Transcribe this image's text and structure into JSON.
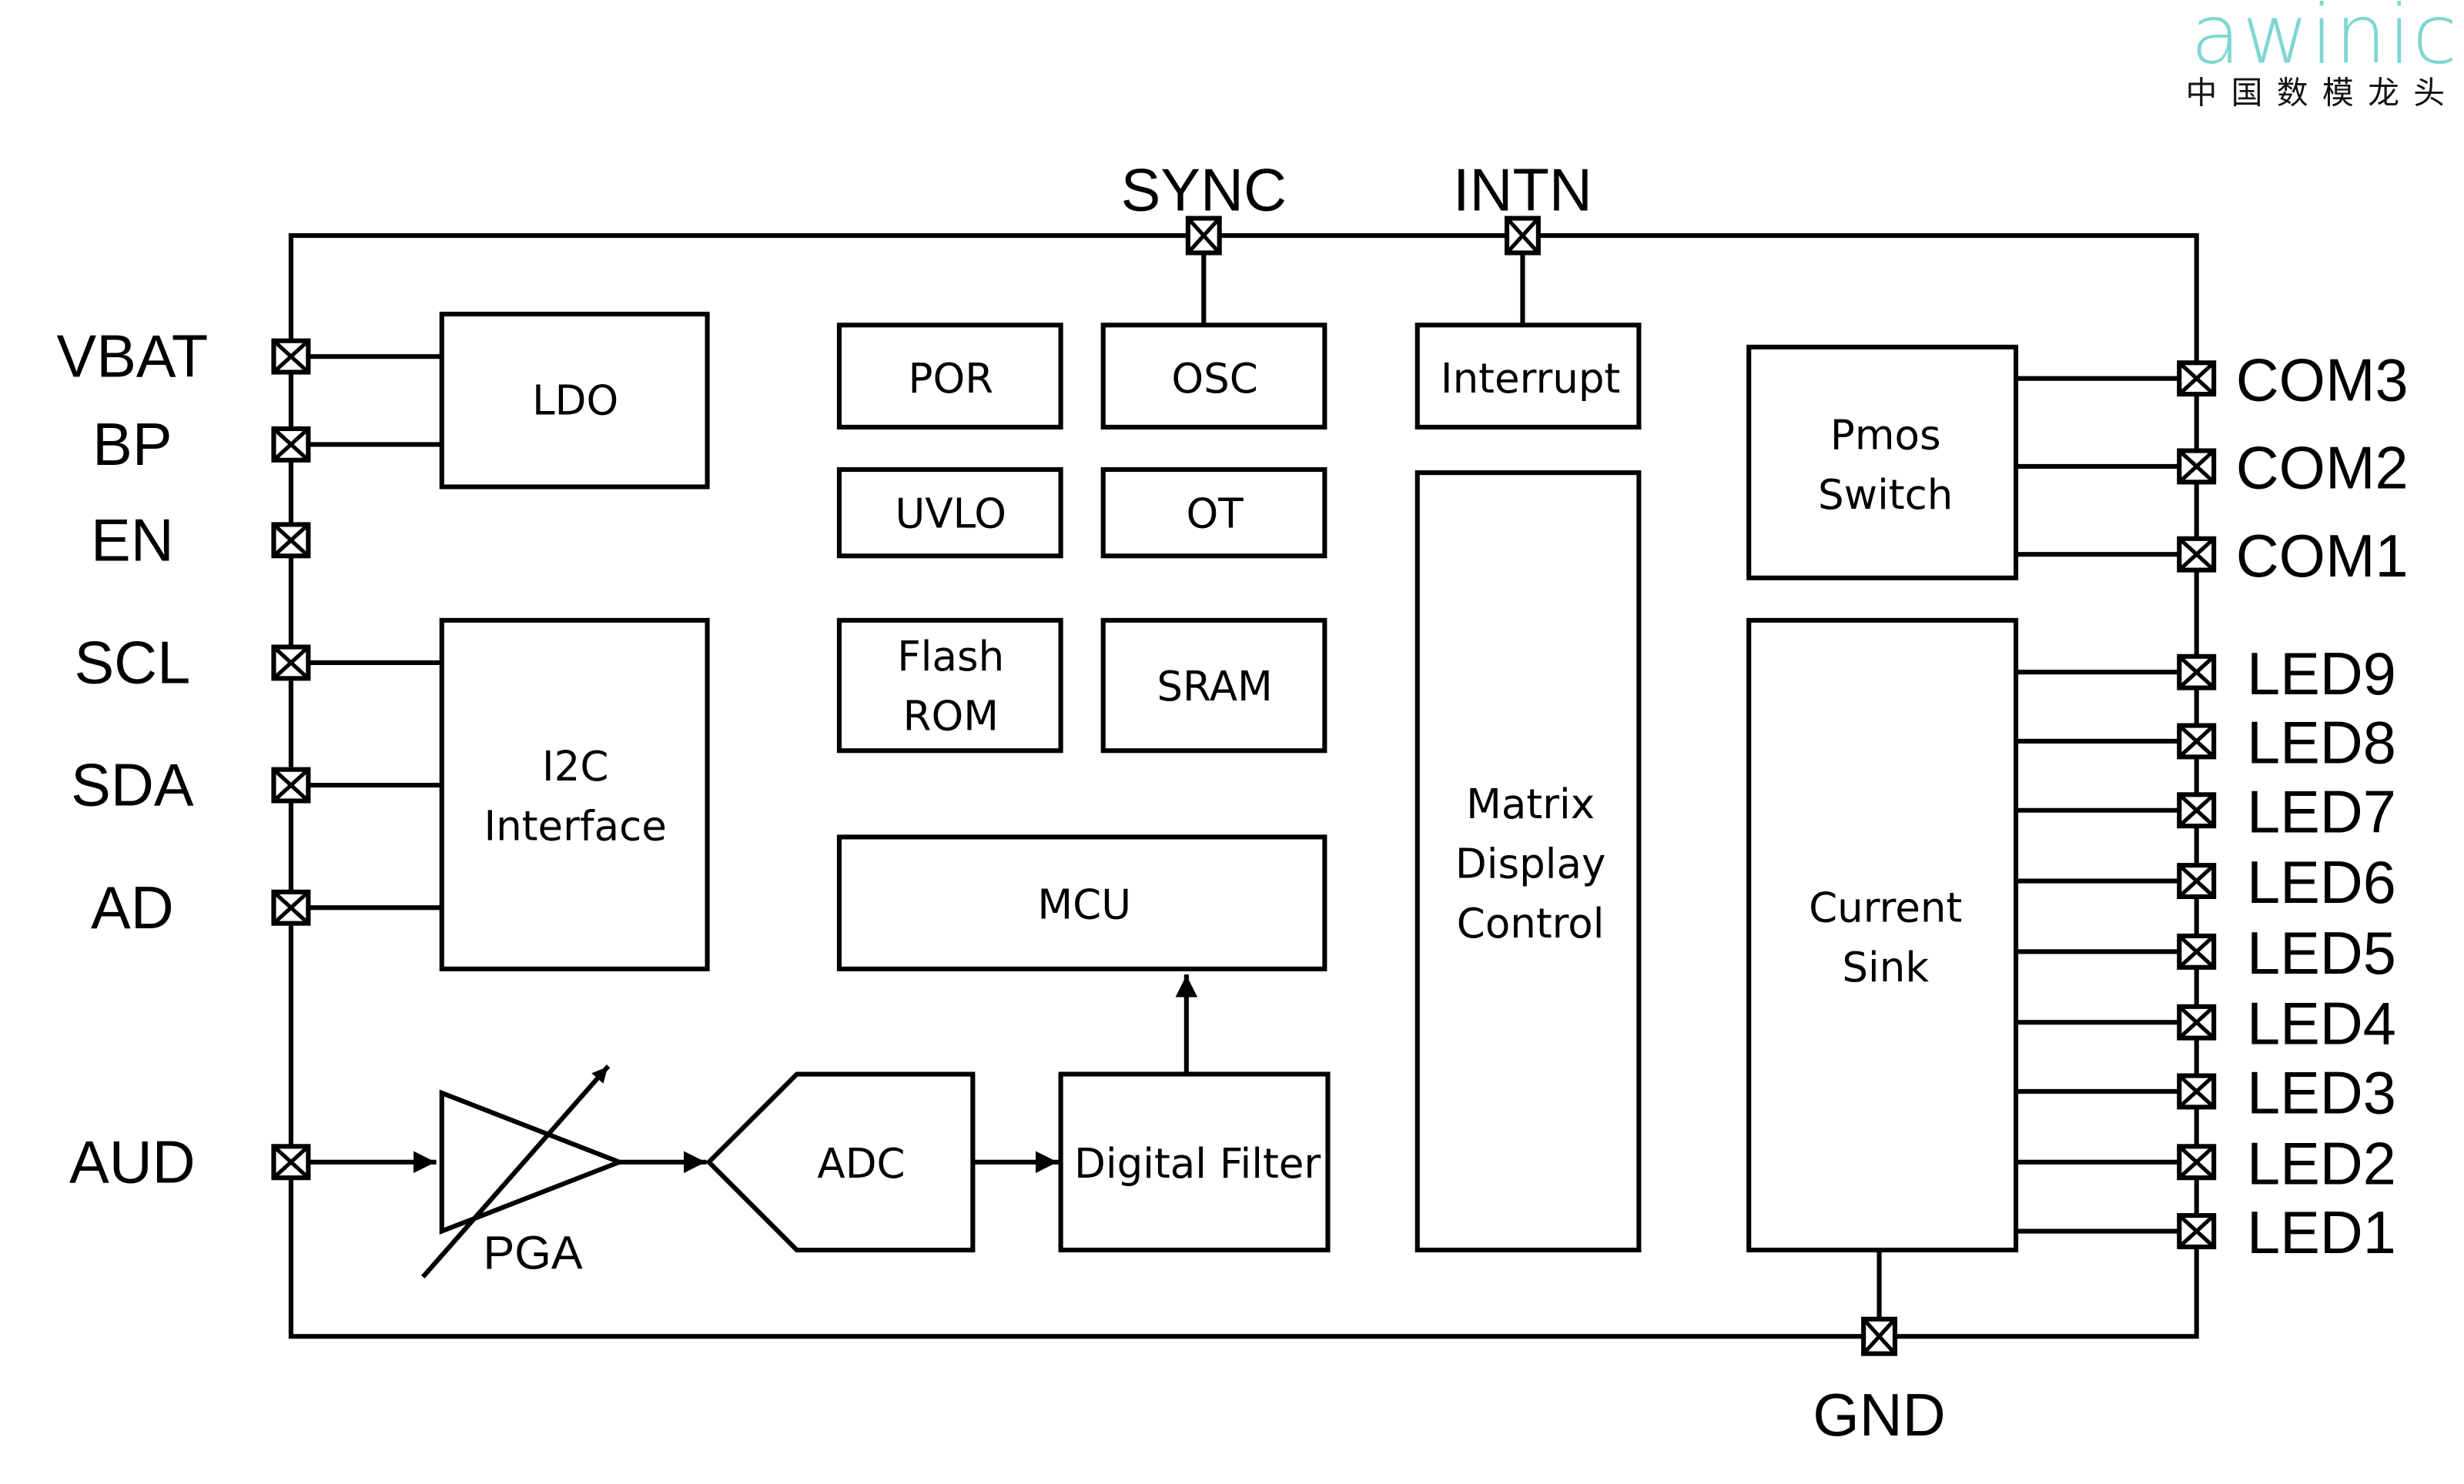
{
  "logo": {
    "brand": "awinic",
    "tagline": "中国数模龙头",
    "brand_color": "#7fd6d3"
  },
  "pins": {
    "top": [
      {
        "id": "sync",
        "label": "SYNC"
      },
      {
        "id": "intn",
        "label": "INTN"
      }
    ],
    "left": [
      {
        "id": "vbat",
        "label": "VBAT"
      },
      {
        "id": "bp",
        "label": "BP"
      },
      {
        "id": "en",
        "label": "EN"
      },
      {
        "id": "scl",
        "label": "SCL"
      },
      {
        "id": "sda",
        "label": "SDA"
      },
      {
        "id": "ad",
        "label": "AD"
      },
      {
        "id": "aud",
        "label": "AUD"
      }
    ],
    "right": [
      {
        "id": "com3",
        "label": "COM3"
      },
      {
        "id": "com2",
        "label": "COM2"
      },
      {
        "id": "com1",
        "label": "COM1"
      },
      {
        "id": "led9",
        "label": "LED9"
      },
      {
        "id": "led8",
        "label": "LED8"
      },
      {
        "id": "led7",
        "label": "LED7"
      },
      {
        "id": "led6",
        "label": "LED6"
      },
      {
        "id": "led5",
        "label": "LED5"
      },
      {
        "id": "led4",
        "label": "LED4"
      },
      {
        "id": "led3",
        "label": "LED3"
      },
      {
        "id": "led2",
        "label": "LED2"
      },
      {
        "id": "led1",
        "label": "LED1"
      }
    ],
    "bottom": [
      {
        "id": "gnd",
        "label": "GND"
      }
    ]
  },
  "blocks": {
    "ldo": [
      "LDO"
    ],
    "i2c": [
      "I2C",
      "Interface"
    ],
    "por": [
      "POR"
    ],
    "osc": [
      "OSC"
    ],
    "uvlo": [
      "UVLO"
    ],
    "ot": [
      "OT"
    ],
    "flash": [
      "Flash",
      "ROM"
    ],
    "sram": [
      "SRAM"
    ],
    "mcu": [
      "MCU"
    ],
    "adc": [
      "ADC"
    ],
    "filter": [
      "Digital Filter"
    ],
    "pga": [
      "PGA"
    ],
    "interrupt": [
      "Interrupt"
    ],
    "matrix": [
      "Matrix",
      "Display",
      "Control"
    ],
    "pmos": [
      "Pmos",
      "Switch"
    ],
    "sink": [
      "Current",
      "Sink"
    ]
  }
}
